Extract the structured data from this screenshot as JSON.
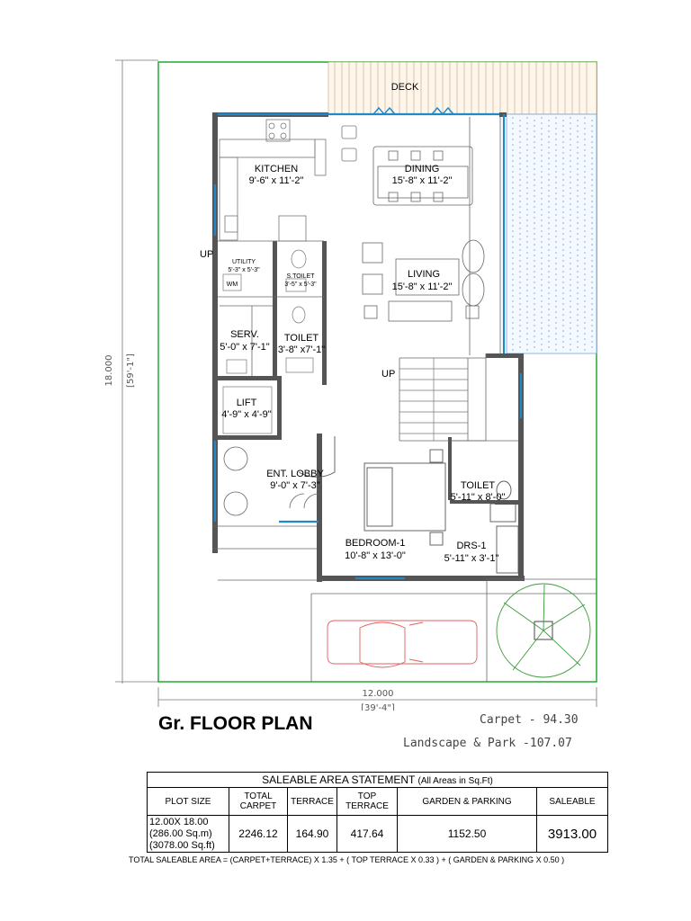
{
  "rooms": {
    "deck": "DECK",
    "kitchen": {
      "name": "KITCHEN",
      "size": "9'-6\" x 11'-2\""
    },
    "dining": {
      "name": "DINING",
      "size": "15'-8\" x 11'-2\""
    },
    "living": {
      "name": "LIVING",
      "size": "15'-8\" x 11'-2\""
    },
    "utility": {
      "name": "UTILITY",
      "size": "5'-3\" x 5'-3\""
    },
    "wm": "WM",
    "s_toilet": {
      "name": "S.TOILET",
      "size": "3'-5\" x 5'-3\""
    },
    "serv": {
      "name": "SERV.",
      "size": "5'-0\" x 7'-1\""
    },
    "toilet_1": {
      "name": "TOILET",
      "size": "3'-8\" x7'-1\""
    },
    "lift": {
      "name": "LIFT",
      "size": "4'-9\" x 4'-9\""
    },
    "ent_lobby": {
      "name": "ENT. LOBBY",
      "size": "9'-0\" x 7'-3\""
    },
    "bedroom": {
      "name": "BEDROOM-1",
      "size": "10'-8\" x 13'-0\""
    },
    "toilet_2": {
      "name": "TOILET",
      "size": "5'-11\" x 8'-0\""
    },
    "drs": {
      "name": "DRS-1",
      "size": "5'-11\" x 3'-1\""
    },
    "up_1": "UP",
    "up_2": "UP"
  },
  "dimensions": {
    "vertical": "18.000",
    "vertical_ft": "[59'-1\"]",
    "horizontal": "12.000",
    "horizontal_ft": "[39'-4\"]"
  },
  "plan_title": "Gr. FLOOR PLAN",
  "area_notes": {
    "carpet": "Carpet - 94.30",
    "landscape": "Landscape & Park -107.07"
  },
  "statement": {
    "title": "SALEABLE AREA STATEMENT",
    "title_note": "(All Areas in Sq.Ft)",
    "headers": {
      "plot_size": "PLOT SIZE",
      "total_carpet": "TOTAL CARPET",
      "terrace": "TERRACE",
      "top_terrace": "TOP TERRACE",
      "garden_parking": "GARDEN & PARKING",
      "saleable": "SALEABLE"
    },
    "plot_size": [
      "12.00X 18.00",
      "(286.00 Sq.m)",
      "(3078.00 Sq.ft)"
    ],
    "total_carpet": "2246.12",
    "terrace": "164.90",
    "top_terrace": "417.64",
    "garden_parking": "1152.50",
    "saleable": "3913.00",
    "formula": "TOTAL SALEABLE AREA = (CARPET+TERRACE) X 1.35 + ( TOP TERRACE X 0.33 ) + ( GARDEN & PARKING X 0.50 )"
  },
  "colors": {
    "boundary": "#22aa33",
    "glazing": "#1e88c8",
    "wall": "#555555",
    "car": "#e06060",
    "tree": "#3a9a3a"
  }
}
